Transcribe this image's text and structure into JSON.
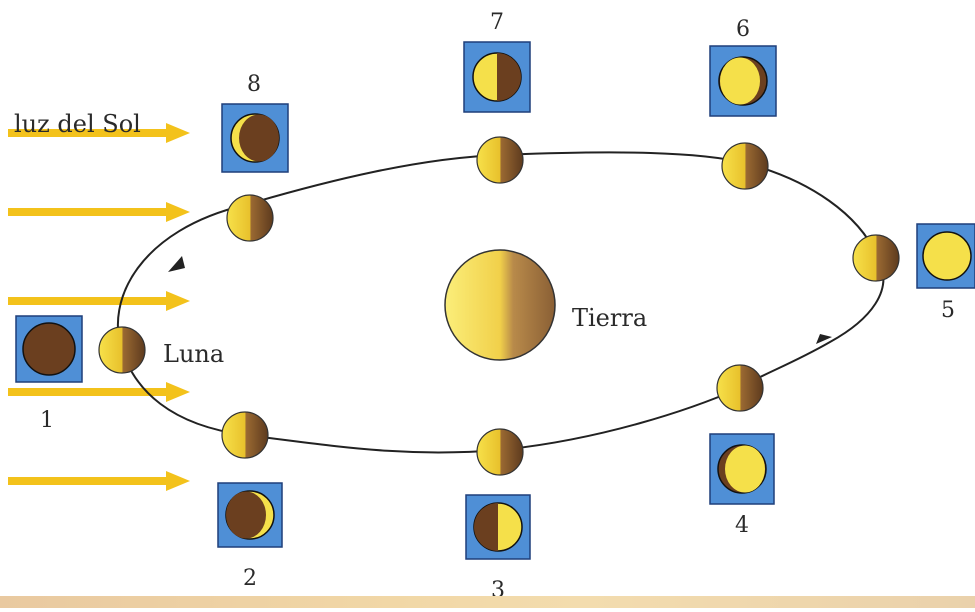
{
  "labels": {
    "sunlight": "luz del Sol",
    "earth": "Tierra",
    "moon": "Luna"
  },
  "phases": [
    {
      "number": "1",
      "phase": "new"
    },
    {
      "number": "2",
      "phase": "waxing-crescent"
    },
    {
      "number": "3",
      "phase": "first-quarter"
    },
    {
      "number": "4",
      "phase": "waxing-gibbous"
    },
    {
      "number": "5",
      "phase": "full"
    },
    {
      "number": "6",
      "phase": "waning-gibbous"
    },
    {
      "number": "7",
      "phase": "last-quarter"
    },
    {
      "number": "8",
      "phase": "waning-crescent"
    }
  ],
  "colors": {
    "sunray": "#f3c21b",
    "moon_lit": "#f5e04a",
    "moon_dark": "#6b3f1f",
    "frame": "#4f8fd6",
    "orbit": "#222222"
  }
}
